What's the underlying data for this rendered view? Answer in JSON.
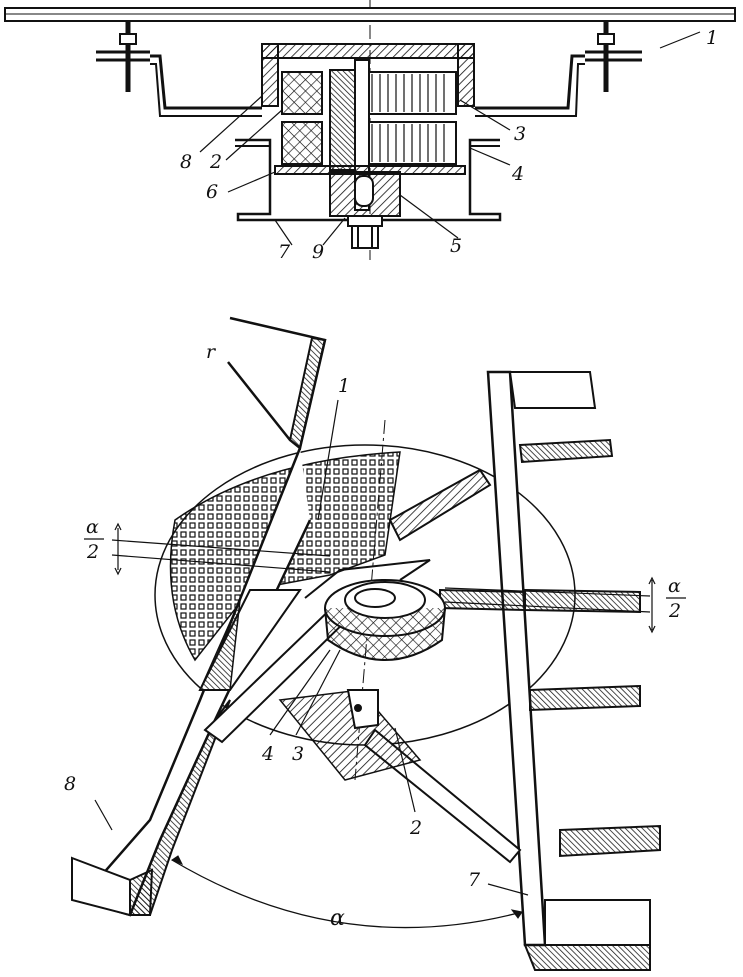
{
  "top_view": {
    "labels": {
      "l1": "1",
      "l2": "2",
      "l3": "3",
      "l4": "4",
      "l5": "5",
      "l6": "6",
      "l7": "7",
      "l8": "8",
      "l9": "9"
    }
  },
  "bottom_view": {
    "labels": {
      "l1": "1",
      "l2": "2",
      "l3": "3",
      "l4": "4",
      "l7": "7",
      "l8": "8"
    },
    "angle": {
      "alpha": "α",
      "half_left_num": "α",
      "half_left_den": "2",
      "half_right_num": "α",
      "half_right_den": "2"
    }
  }
}
